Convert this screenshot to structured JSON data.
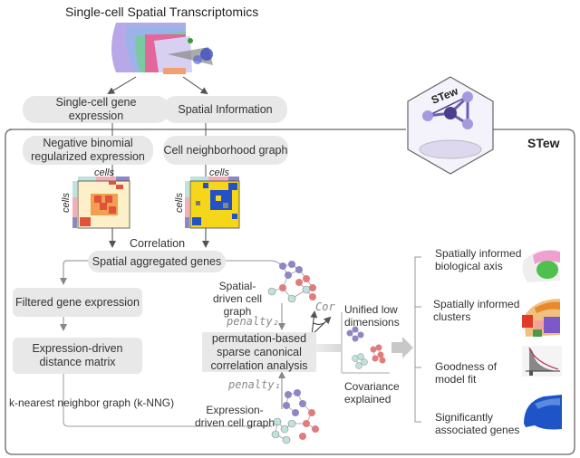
{
  "title": "Single-cell Spatial Transcriptomics",
  "logo": {
    "text": "STew",
    "icon": "network-hexagon-icon"
  },
  "panel_label": "STew",
  "inputs": {
    "gene_expression": "Single-cell gene expression",
    "spatial_info": "Spatial Information"
  },
  "steps": {
    "nb_regularized": "Negative binomial regularized expression",
    "neighborhood_graph": "Cell neighborhood graph",
    "cells_label": "cells",
    "correlation": "Correlation",
    "spatial_aggregated": "Spatial aggregated genes",
    "filtered_expression": "Filtered gene expression",
    "distance_matrix": "Expression-driven distance matrix",
    "knng": "k-nearest neighbor graph (k-NNG)",
    "spatial_graph": "Spatial-driven cell graph",
    "expression_graph": "Expression-driven cell graph",
    "penalty2": "penalty₂",
    "penalty1": "penalty₁",
    "scca": "permutation-based sparse canonical correlation analysis",
    "cor": "Cor",
    "unified": "Unified low dimensions",
    "covariance": "Covariance explained"
  },
  "outcomes": [
    {
      "label": "Spatially informed biological axis",
      "icon": "brain-axis-thumbnail"
    },
    {
      "label": "Spatially informed clusters",
      "icon": "brain-clusters-thumbnail"
    },
    {
      "label": "Goodness of model fit",
      "icon": "fit-curve-thumbnail"
    },
    {
      "label": "Significantly associated genes",
      "icon": "brain-gene-thumbnail"
    }
  ],
  "colors": {
    "purple": "#8f86c4",
    "red": "#e07c7c",
    "teal": "#bfe3dc",
    "heatmap_red": "#e0533a",
    "heatmap_yellow": "#f5d619",
    "heatmap_blue": "#2450c8"
  }
}
